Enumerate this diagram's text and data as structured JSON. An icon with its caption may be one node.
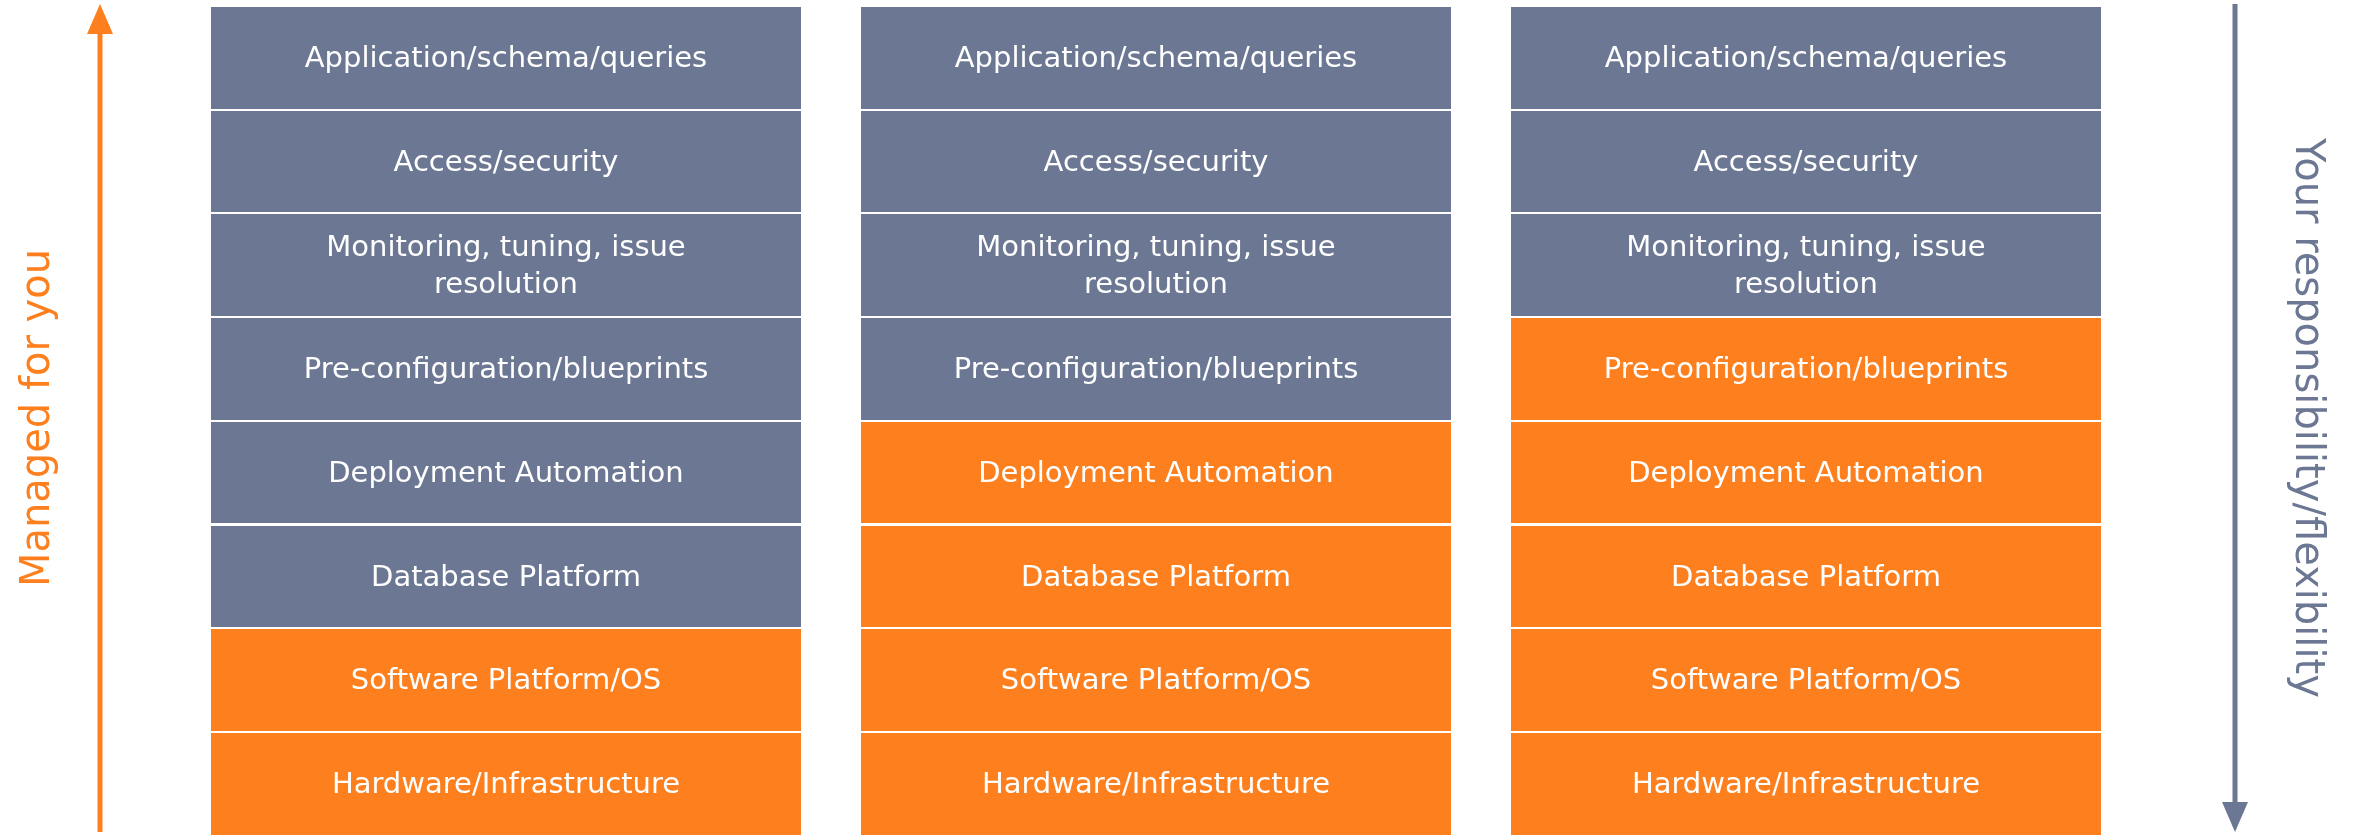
{
  "diagram": {
    "nodes": [
      {
        "text": [
          "Application/schema/queries"
        ]
      },
      {
        "text": [
          "Access/security"
        ]
      },
      {
        "text": [
          "Monitoring, tuning, issue resolution"
        ]
      },
      {
        "text": [
          "Pre-configuration/blueprints"
        ]
      },
      {
        "text": [
          "Deployment Automation"
        ]
      },
      {
        "text": [
          "Database Platform"
        ]
      },
      {
        "text": [
          "Software Platform/OS"
        ]
      },
      {
        "text": [
          "Hardware/Infrastructure"
        ]
      },
      {
        "text": [
          "Application/schema/queries"
        ]
      },
      {
        "text": [
          "Access/security"
        ]
      },
      {
        "text": [
          "Monitoring, tuning, issue resolution"
        ]
      },
      {
        "text": [
          "Pre-configuration/blueprints"
        ]
      },
      {
        "text": [
          "Deployment Automation"
        ]
      },
      {
        "text": [
          "Database Platform"
        ]
      },
      {
        "text": [
          "Software Platform/OS"
        ]
      },
      {
        "text": [
          "Hardware/Infrastructure"
        ]
      },
      {
        "text": [
          "Application/schema/queries"
        ]
      },
      {
        "text": [
          "Access/security"
        ]
      },
      {
        "text": [
          "Monitoring, tuning, issue resolution"
        ]
      },
      {
        "text": [
          "Pre-configuration/blueprints"
        ]
      },
      {
        "text": [
          "Deployment Automation"
        ]
      },
      {
        "text": [
          "Database Platform"
        ]
      },
      {
        "text": [
          "Software Platform/OS"
        ]
      },
      {
        "text": [
          "Hardware/Infrastructure"
        ]
      }
    ],
    "labels": [
      "Managed for you",
      "Your responsibility/flexibility"
    ]
  }
}
